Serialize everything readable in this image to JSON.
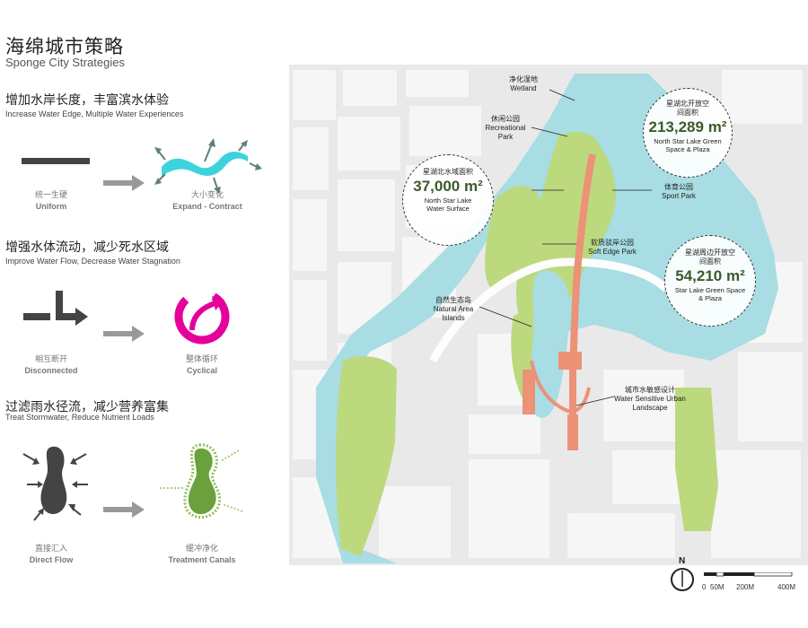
{
  "header": {
    "title_cn": "海绵城市策略",
    "title_en": "Sponge City Strategies"
  },
  "strategies": [
    {
      "title_cn": "增加水岸长度，丰富滨水体验",
      "title_en": "Increase Water Edge, Multiple Water Experiences",
      "before_cn": "统一生硬",
      "before_en": "Uniform",
      "after_cn": "大小变化",
      "after_en": "Expand - Contract"
    },
    {
      "title_cn": "增强水体流动，减少死水区域",
      "title_en": "Improve Water Flow, Decrease Water Stagnation",
      "before_cn": "相互断开",
      "before_en": "Disconnected",
      "after_cn": "整体循环",
      "after_en": "Cyclical"
    },
    {
      "title_cn": "过滤雨水径流，减少营养富集",
      "title_en": "Treat Stormwater, Reduce Nutrient Loads",
      "before_cn": "直接汇入",
      "before_en": "Direct Flow",
      "after_cn": "缓冲净化",
      "after_en": "Treatment Canals"
    }
  ],
  "map": {
    "labels": {
      "wetland_cn": "净化湿地",
      "wetland_en": "Wetland",
      "recreational_cn": "休闲公园",
      "recreational_en": "Recreational Park",
      "sport_cn": "体育公园",
      "sport_en": "Sport Park",
      "soft_edge_cn": "软质驳岸公园",
      "soft_edge_en": "Soft Edge Park",
      "natural_cn": "自然生态岛",
      "natural_en": "Natural Area Islands",
      "urban_cn": "城市水敏感设计",
      "urban_en": "Water Sensitive Urban Landscape"
    },
    "stats": [
      {
        "cn": "星湖北开放空间面积",
        "value": "213,289 m²",
        "en": "North Star Lake Green Space & Plaza"
      },
      {
        "cn": "星湖北水域面积",
        "value": "37,000 m²",
        "en": "North Star Lake Water Surface"
      },
      {
        "cn": "星湖周边开放空间面积",
        "value": "54,210 m²",
        "en": "Star Lake Green Space & Plaza"
      }
    ],
    "north": "N",
    "scale": [
      "0",
      "50M",
      "200M",
      "400M"
    ]
  },
  "colors": {
    "water": "#a7dde3",
    "green": "#bcd97e",
    "path": "#ec9276",
    "cyan": "#3dd3dd",
    "magenta": "#e5009b",
    "dark": "#444444",
    "stat_number": "#3b5a2b"
  }
}
